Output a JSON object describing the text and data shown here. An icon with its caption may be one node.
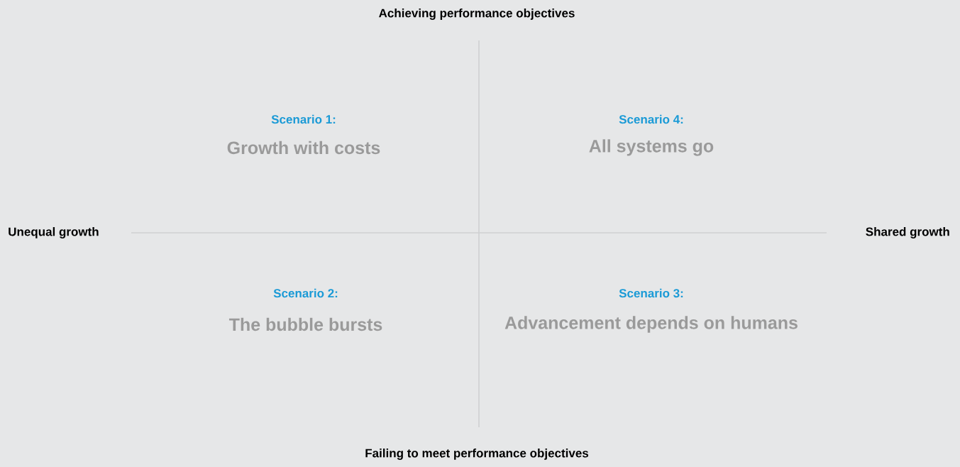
{
  "diagram": {
    "labels": [
      "Achieving performance objectives",
      "Scenario 1:",
      "Growth with costs",
      "Scenario 4:",
      "All systems go",
      "Unequal growth",
      "Shared growth",
      "Scenario 2:",
      "The bubble bursts",
      "Scenario 3:",
      "Advancement depends on humans",
      "Failing to meet performance objectives"
    ]
  }
}
